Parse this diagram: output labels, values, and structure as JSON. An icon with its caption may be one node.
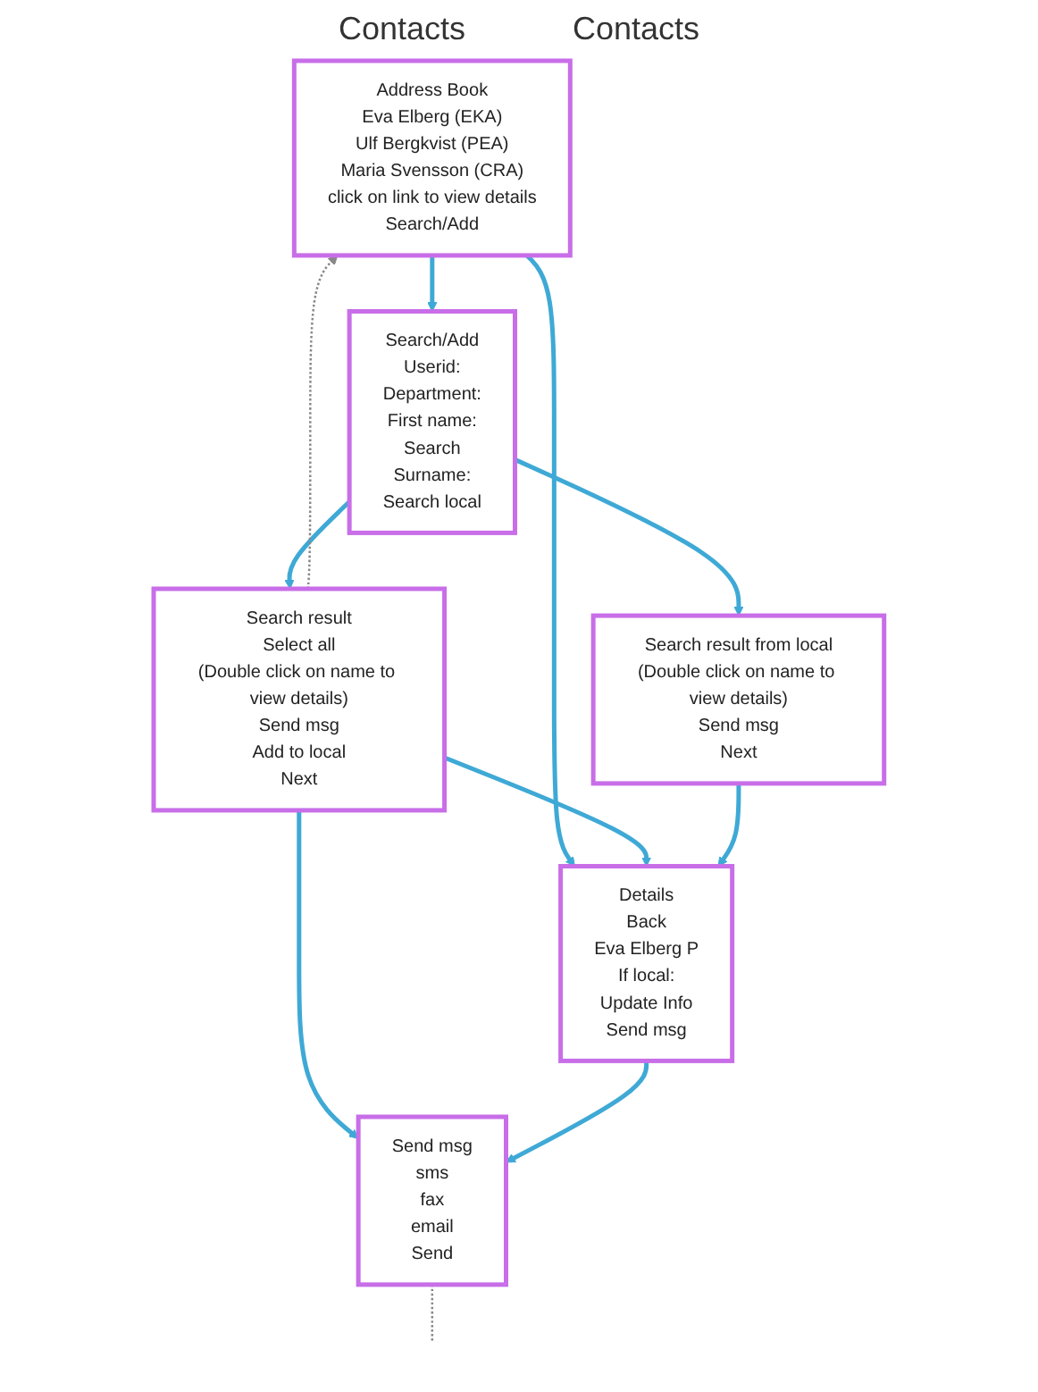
{
  "diagram": {
    "nodes": [
      {
        "text": [
          "Address Book",
          "Eva Elberg (EKA)",
          "Ulf Bergkvist (PEA)",
          "Maria Svensson (CRA)",
          "click on link to view details",
          "Search/Add"
        ]
      },
      {
        "text": [
          "Search/Add",
          "Userid:",
          "Department:",
          "First name:",
          "Search",
          "Surname:",
          "Search local"
        ]
      },
      {
        "text": [
          "Search result",
          "Select all",
          "(Double click on name to view details)",
          "Send msg",
          "Add to local",
          "Next"
        ]
      },
      {
        "text": [
          "Search result from local",
          "(Double click on name to view details)",
          "Send msg",
          "Next"
        ]
      },
      {
        "text": [
          "Details",
          "Back",
          "Eva Elberg P",
          "If local:",
          "Update Info",
          "Send msg"
        ]
      },
      {
        "text": [
          "Send msg",
          "sms",
          "fax",
          "email",
          "Send"
        ]
      }
    ],
    "edges": [
      {
        "from": 0,
        "to": 1,
        "arrow": "to"
      },
      {
        "from": 0,
        "to": 4,
        "arrow": "to"
      },
      {
        "from": 1,
        "to": 2,
        "arrow": "to"
      },
      {
        "from": 1,
        "to": 3,
        "arrow": "to"
      },
      {
        "from": 2,
        "to": 4,
        "arrow": "to"
      },
      {
        "from": 2,
        "to": 5,
        "arrow": "to"
      },
      {
        "from": 3,
        "to": 4,
        "arrow": "to"
      },
      {
        "from": 4,
        "to": 5,
        "arrow": "to"
      },
      {
        "from": 2,
        "to": 0,
        "arrow": "to",
        "style": "dashed",
        "color": "#888888"
      },
      {
        "from": 5,
        "to": null,
        "arrow": "none",
        "style": "dashed",
        "color": "#888888"
      }
    ],
    "labels": [
      "Contacts",
      "Contacts"
    ]
  }
}
